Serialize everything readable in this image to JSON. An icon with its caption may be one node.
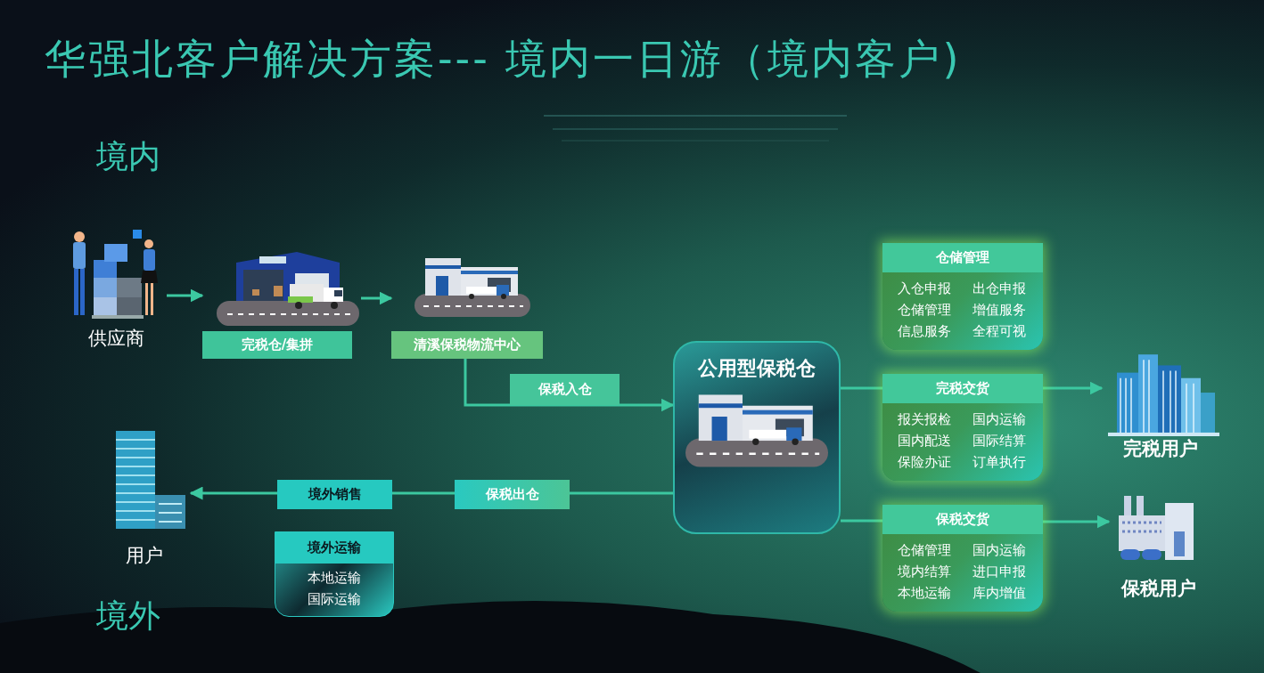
{
  "diagram": {
    "title": "华强北客户解决方案--- 境内一日游（境内客户)",
    "nodes": [
      {
        "text": [
          "供应商"
        ]
      },
      {
        "text": [
          "完税仓/集拼"
        ]
      },
      {
        "text": [
          "清溪保税物流中心"
        ]
      },
      {
        "text": [
          "公用型保税仓"
        ]
      },
      {
        "text": [
          "仓储管理",
          "入仓申报",
          "出仓申报",
          "仓储管理",
          "增值服务",
          "信息服务",
          "全程可视"
        ]
      },
      {
        "text": [
          "完税交货",
          "报关报检",
          "国内运输",
          "国内配送",
          "国际结算",
          "保险办证",
          "订单执行"
        ]
      },
      {
        "text": [
          "完税用户"
        ]
      },
      {
        "text": [
          "保税交货",
          "仓储管理",
          "国内运输",
          "境内结算",
          "进口申报",
          "本地运输",
          "库内增值"
        ]
      },
      {
        "text": [
          "保税用户"
        ]
      },
      {
        "text": [
          "境外销售"
        ]
      },
      {
        "text": [
          "用户"
        ]
      },
      {
        "text": [
          "境外运输",
          "本地运输",
          "国际运输"
        ]
      }
    ],
    "edges": [
      {
        "from": 0,
        "to": 1,
        "arrow": "to"
      },
      {
        "from": 1,
        "to": 2,
        "arrow": "to"
      },
      {
        "from": 2,
        "to": 3,
        "arrow": "to",
        "label": "保税入仓"
      },
      {
        "from": 3,
        "to": 5,
        "arrow": "none"
      },
      {
        "from": 5,
        "to": 6,
        "arrow": "to"
      },
      {
        "from": 3,
        "to": 7,
        "arrow": "none"
      },
      {
        "from": 7,
        "to": 8,
        "arrow": "to"
      },
      {
        "from": 3,
        "to": 9,
        "arrow": "none",
        "label": "保税出仓"
      },
      {
        "from": 9,
        "to": 10,
        "arrow": "to"
      }
    ],
    "labels": [
      "境内",
      "境外"
    ]
  }
}
